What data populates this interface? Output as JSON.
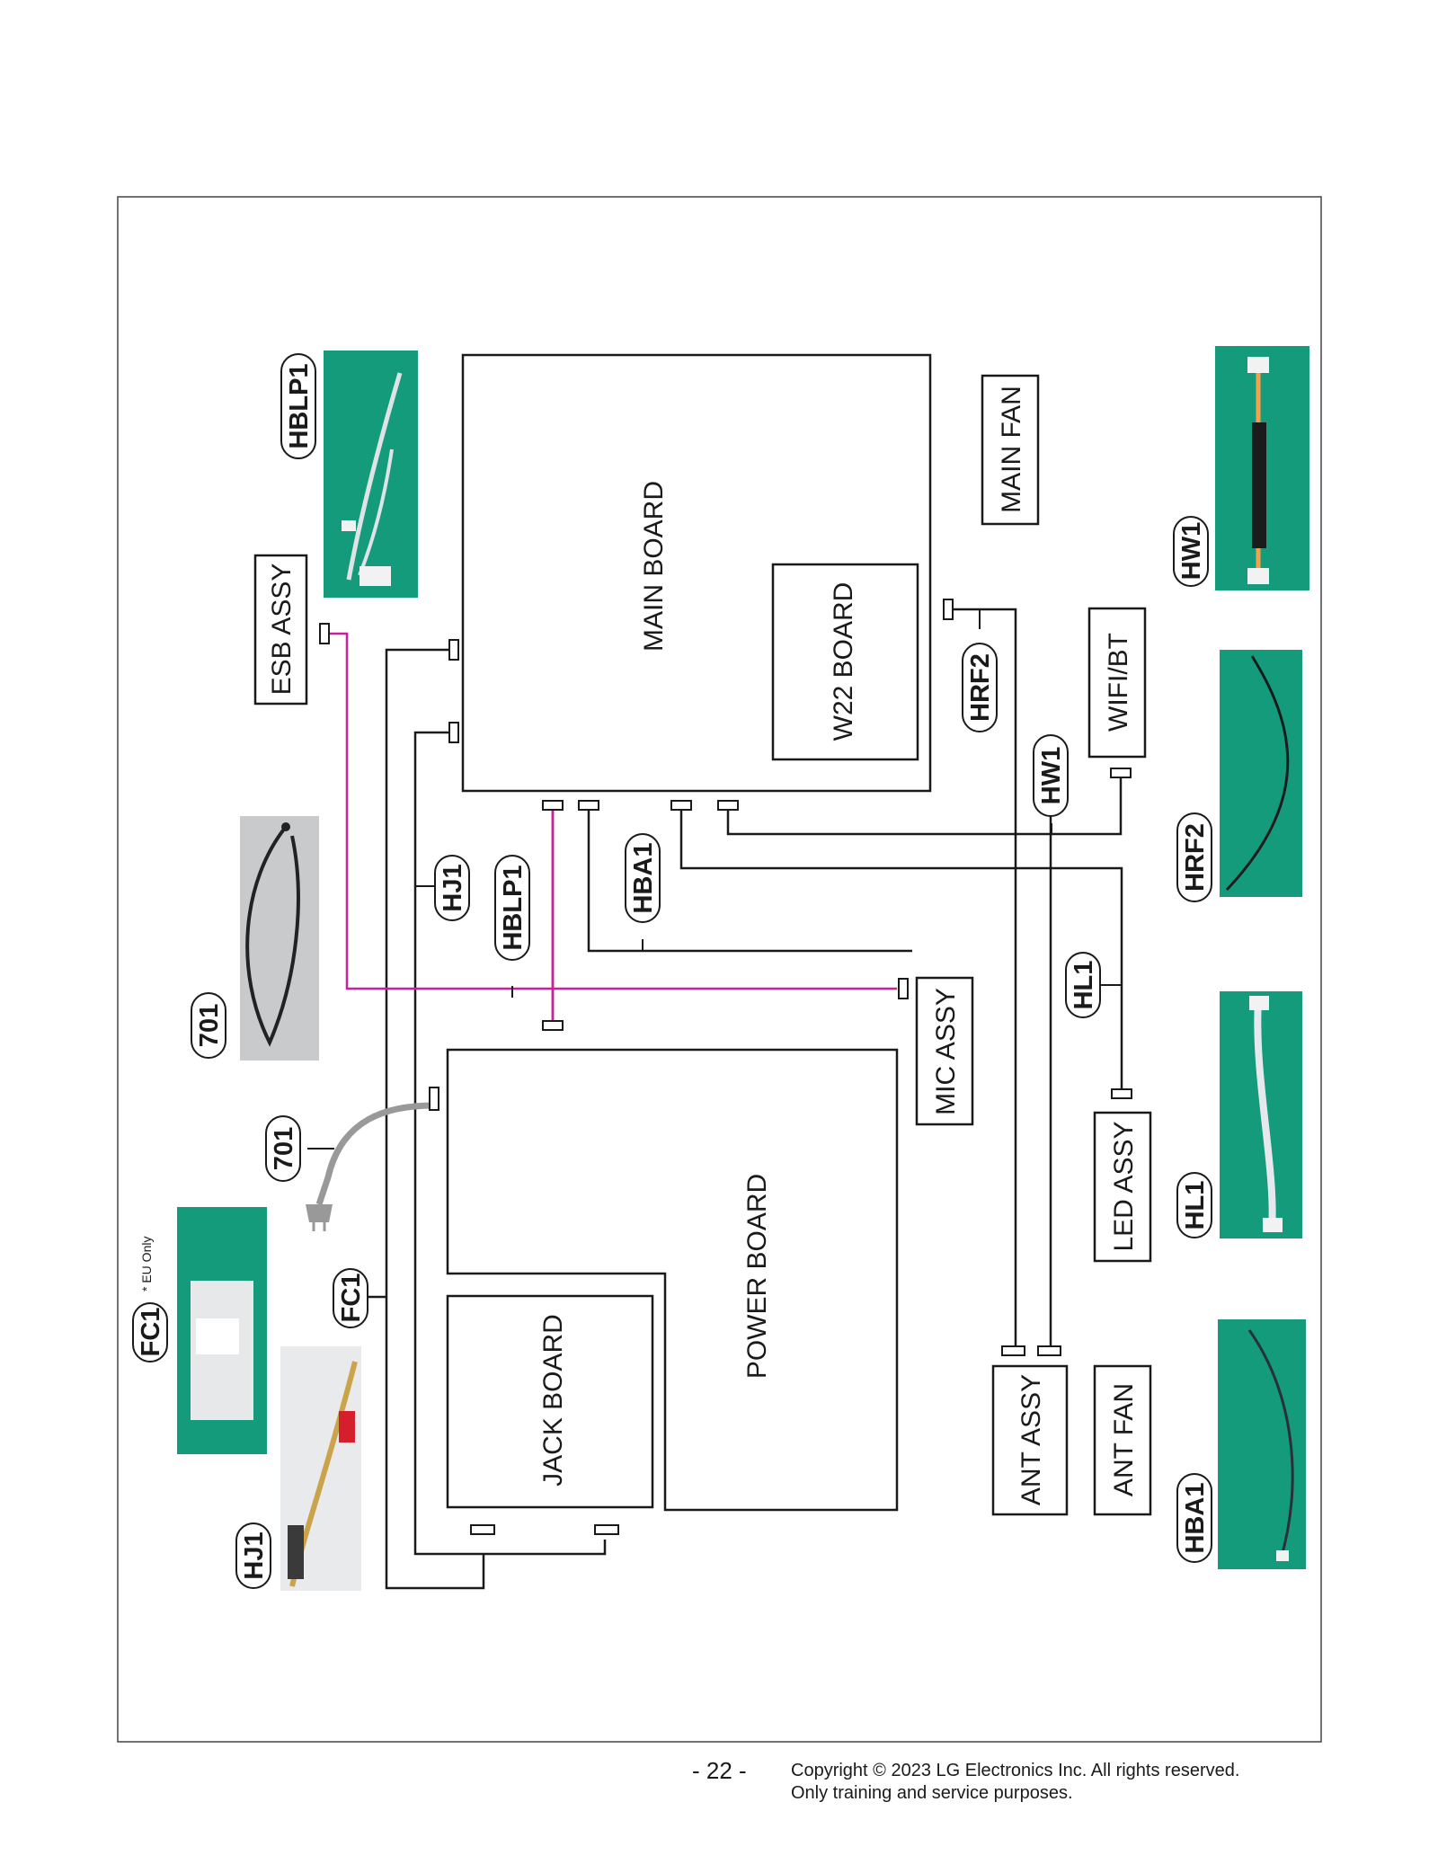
{
  "boards": {
    "main_board": "MAIN BOARD",
    "w22_board": "W22 BOARD",
    "power_board": "POWER BOARD",
    "jack_board": "JACK BOARD",
    "esb_assy": "ESB ASSY",
    "mic_assy": "MIC ASSY",
    "main_fan": "MAIN FAN",
    "wifi_bt": "WIFI/BT",
    "led_assy": "LED ASSY",
    "ant_assy": "ANT ASSY",
    "ant_fan": "ANT FAN"
  },
  "cables": {
    "hblp1": "HBLP1",
    "hj1": "HJ1",
    "hba1": "HBA1",
    "hrf2": "HRF2",
    "hw1": "HW1",
    "hl1": "HL1",
    "fc1": "FC1",
    "power_701": "701"
  },
  "notes": {
    "fc1_note": "* EU Only"
  },
  "colors": {
    "mic_wire": "#cc1f9a",
    "photo_background": "#139b7c"
  },
  "footer": {
    "page_number": "- 22 -",
    "copyright_line1": "Copyright © 2023 LG Electronics Inc. All rights reserved.",
    "copyright_line2": "Only training and service purposes."
  }
}
